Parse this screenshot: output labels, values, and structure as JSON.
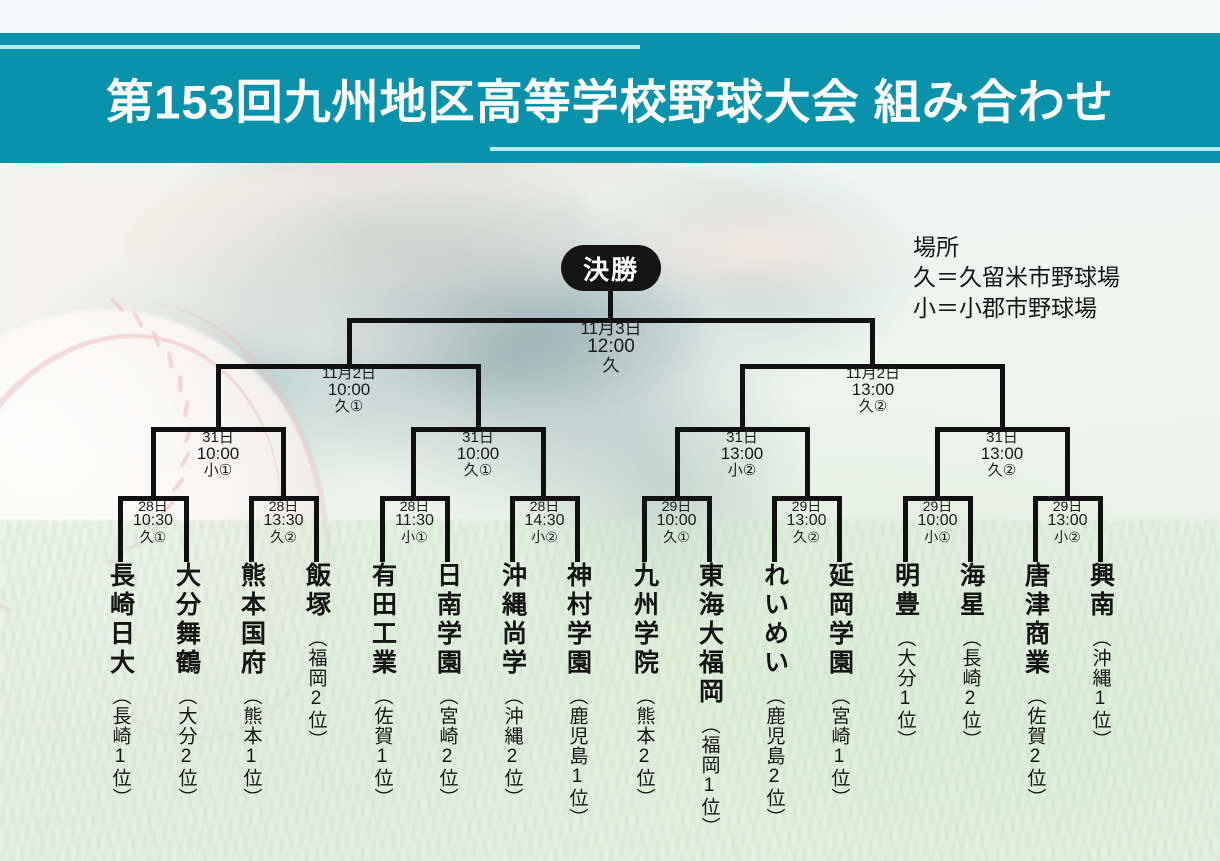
{
  "header": {
    "title": "第153回九州地区高等学校野球大会 組み合わせ",
    "band_color": "#0b92ab",
    "rule_color": "#b8eaf2"
  },
  "legend": {
    "heading": "場所",
    "entries": [
      "久＝久留米市野球場",
      "小＝小郡市野球場"
    ]
  },
  "final": {
    "badge_label": "決勝",
    "date": "11月3日",
    "time": "12:00",
    "venue": "久"
  },
  "semifinals": [
    {
      "date": "11月2日",
      "time": "10:00",
      "venue": "久①"
    },
    {
      "date": "11月2日",
      "time": "13:00",
      "venue": "久②"
    }
  ],
  "quarterfinals": [
    {
      "date": "31日",
      "time": "10:00",
      "venue": "小①"
    },
    {
      "date": "31日",
      "time": "10:00",
      "venue": "久①"
    },
    {
      "date": "31日",
      "time": "13:00",
      "venue": "小②"
    },
    {
      "date": "31日",
      "time": "13:00",
      "venue": "久②"
    }
  ],
  "first_round": [
    {
      "date": "28日",
      "time": "10:30",
      "venue": "久①"
    },
    {
      "date": "28日",
      "time": "13:30",
      "venue": "久②"
    },
    {
      "date": "28日",
      "time": "11:30",
      "venue": "小①"
    },
    {
      "date": "28日",
      "time": "14:30",
      "venue": "小②"
    },
    {
      "date": "29日",
      "time": "10:00",
      "venue": "久①"
    },
    {
      "date": "29日",
      "time": "13:00",
      "venue": "久②"
    },
    {
      "date": "29日",
      "time": "10:00",
      "venue": "小①"
    },
    {
      "date": "29日",
      "time": "13:00",
      "venue": "小②"
    }
  ],
  "teams": [
    {
      "name": "長崎日大",
      "rank": "（長崎1位）"
    },
    {
      "name": "大分舞鶴",
      "rank": "（大分2位）"
    },
    {
      "name": "熊本国府",
      "rank": "（熊本1位）"
    },
    {
      "name": "飯塚",
      "rank": "（福岡2位）"
    },
    {
      "name": "有田工業",
      "rank": "（佐賀1位）"
    },
    {
      "name": "日南学園",
      "rank": "（宮崎2位）"
    },
    {
      "name": "沖縄尚学",
      "rank": "（沖縄2位）"
    },
    {
      "name": "神村学園",
      "rank": "（鹿児島1位）"
    },
    {
      "name": "九州学院",
      "rank": "（熊本2位）"
    },
    {
      "name": "東海大福岡",
      "rank": "（福岡1位）"
    },
    {
      "name": "れいめい",
      "rank": "（鹿児島2位）"
    },
    {
      "name": "延岡学園",
      "rank": "（宮崎1位）"
    },
    {
      "name": "明豊",
      "rank": "（大分1位）"
    },
    {
      "name": "海星",
      "rank": "（長崎2位）"
    },
    {
      "name": "唐津商業",
      "rank": "（佐賀2位）"
    },
    {
      "name": "興南",
      "rank": "（沖縄1位）"
    }
  ]
}
